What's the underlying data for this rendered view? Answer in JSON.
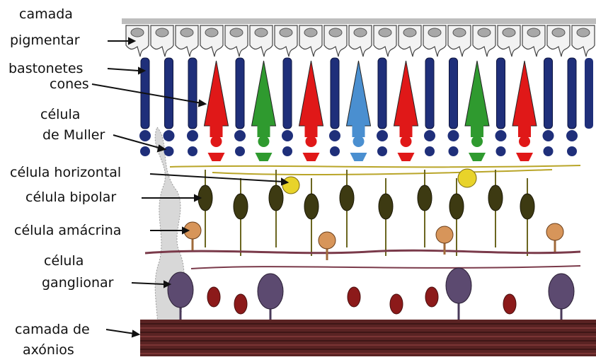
{
  "labels": {
    "pigment_layer_1": "camada",
    "pigment_layer_2": "pigmentar",
    "rods": "bastonetes",
    "cones": "cones",
    "muller_1": "célula",
    "muller_2": "de Muller",
    "horizontal": "célula horizontal",
    "bipolar": "célula bipolar",
    "amacrine": "célula amácrina",
    "ganglion_1": "célula",
    "ganglion_2": "ganglionar",
    "axon_layer_1": "camada de",
    "axon_layer_2": "axónios"
  },
  "colors": {
    "pigment": "#f2f2f2",
    "rod": "#1f2f7a",
    "cone_red": "#e01818",
    "cone_green": "#2f9a2f",
    "cone_blue": "#4a8fd0",
    "horizontal": "#e8d32a",
    "bipolar": "#3d3a12",
    "amacrine": "#d7955a",
    "ganglion": "#5c4a70",
    "small_ganglion": "#8c1a1a",
    "axon_band": "#6a2a2a",
    "muller": "#cfcfcf"
  },
  "photoreceptor_sequence": [
    "rod",
    "rod",
    "rod",
    "cone_red",
    "rod",
    "cone_green",
    "rod",
    "cone_red",
    "rod",
    "cone_blue",
    "rod",
    "cone_red",
    "rod",
    "rod",
    "cone_green",
    "rod",
    "cone_red",
    "rod",
    "rod"
  ]
}
